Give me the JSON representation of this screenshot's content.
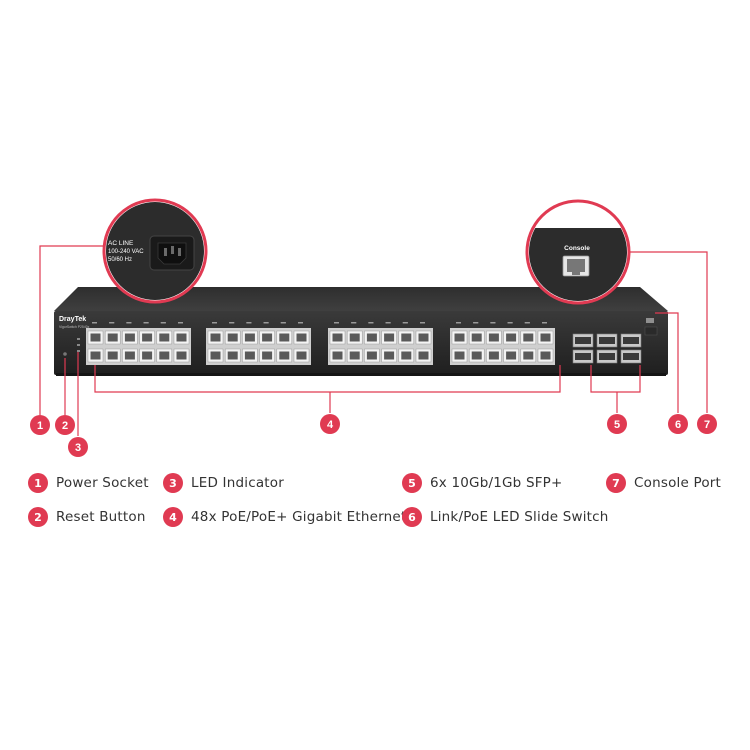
{
  "brand": "DrayTek",
  "model": "VigorSwitch P2540x",
  "power_panel": {
    "line1": "AC LINE",
    "line2": "100-240 VAC",
    "line3": "50/60 Hz"
  },
  "console_panel": {
    "label": "Console"
  },
  "callouts": [
    {
      "number": "1",
      "label": "Power Socket"
    },
    {
      "number": "2",
      "label": "Reset Button"
    },
    {
      "number": "3",
      "label": "LED Indicator"
    },
    {
      "number": "4",
      "label": "48x PoE/PoE+ Gigabit Ethernet"
    },
    {
      "number": "5",
      "label": "6x 10Gb/1Gb SFP+"
    },
    {
      "number": "6",
      "label": "Link/PoE LED Slide Switch"
    },
    {
      "number": "7",
      "label": "Console Port"
    }
  ],
  "colors": {
    "accent": "#e03a52",
    "chassis": "#2b2b2b",
    "port": "#f4f4f4"
  }
}
